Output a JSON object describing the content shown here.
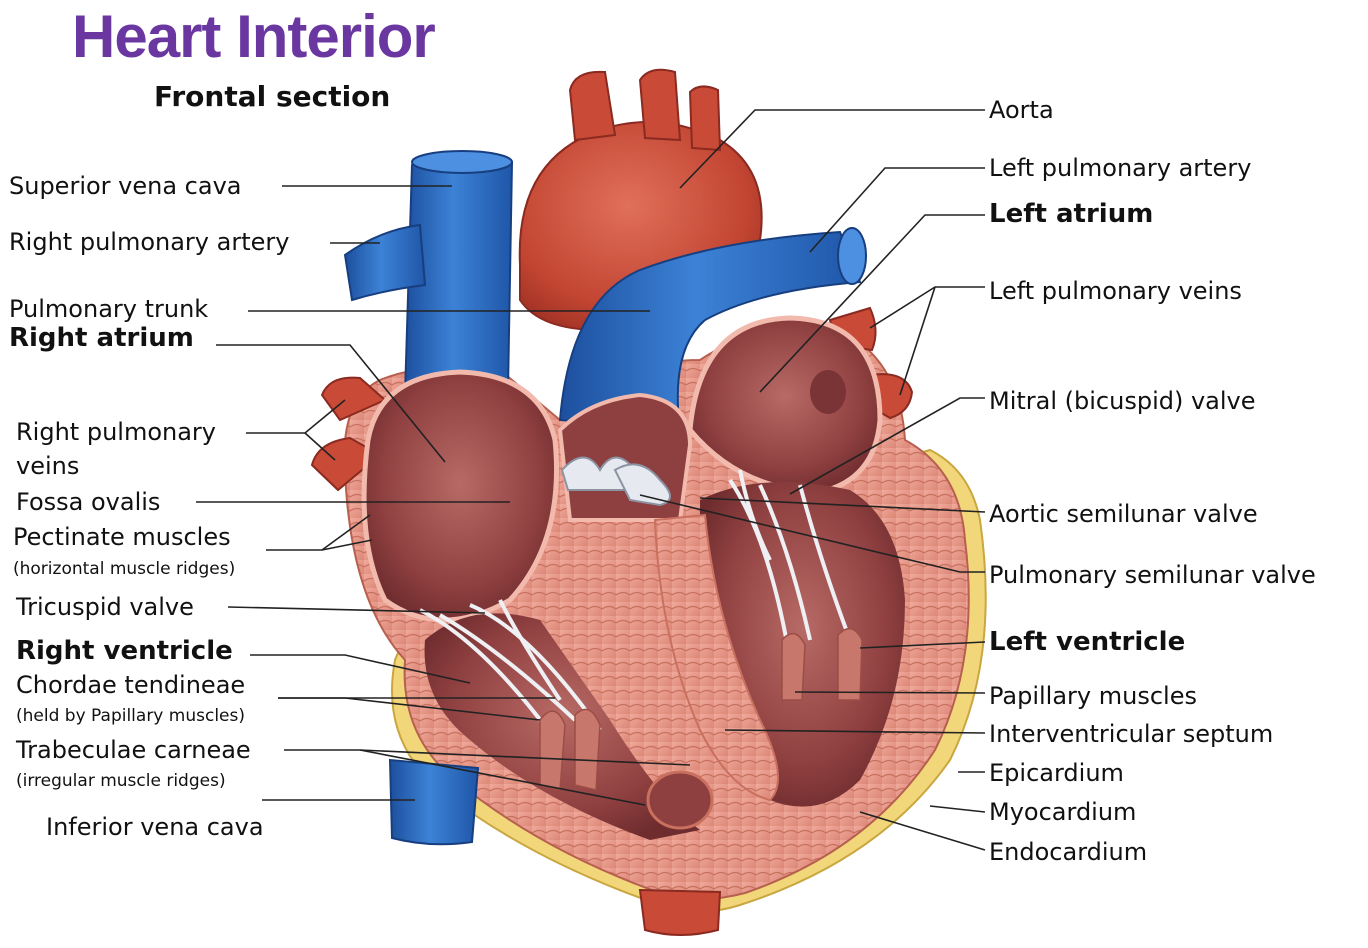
{
  "title": "Heart Interior",
  "subtitle": "Frontal section",
  "labels_left": {
    "superior_vena_cava": "Superior vena cava",
    "right_pulmonary_artery": "Right pulmonary artery",
    "pulmonary_trunk": "Pulmonary trunk",
    "right_atrium": "Right atrium",
    "right_pulmonary_veins_1": "Right pulmonary",
    "right_pulmonary_veins_2": "veins",
    "fossa_ovalis": "Fossa ovalis",
    "pectinate_muscles": "Pectinate muscles",
    "pectinate_muscles_note": "(horizontal muscle ridges)",
    "tricuspid_valve": "Tricuspid valve",
    "right_ventricle": "Right ventricle",
    "chordae_tendineae": "Chordae tendineae",
    "chordae_tendineae_note": "(held by Papillary muscles)",
    "trabeculae_carneae": "Trabeculae carneae",
    "trabeculae_carneae_note": "(irregular muscle ridges)",
    "inferior_vena_cava": "Inferior vena cava"
  },
  "labels_right": {
    "aorta": "Aorta",
    "left_pulmonary_artery": "Left pulmonary artery",
    "left_atrium": "Left atrium",
    "left_pulmonary_veins": "Left pulmonary veins",
    "mitral_valve": "Mitral (bicuspid) valve",
    "aortic_semilunar_valve": "Aortic semilunar valve",
    "pulmonary_semilunar_valve": "Pulmonary semilunar valve",
    "left_ventricle": "Left ventricle",
    "papillary_muscles": "Papillary muscles",
    "interventricular_septum": "Interventricular septum",
    "epicardium": "Epicardium",
    "myocardium": "Myocardium",
    "endocardium": "Endocardium"
  },
  "colors": {
    "title": "#6a36a0",
    "vein_blue": "#2f6fc4",
    "artery_red": "#c94a36",
    "myocardium": "#e89a8c",
    "chamber": "#9c4a48",
    "epicardium_fat": "#f2d77a",
    "chordae": "#eef0f4"
  }
}
